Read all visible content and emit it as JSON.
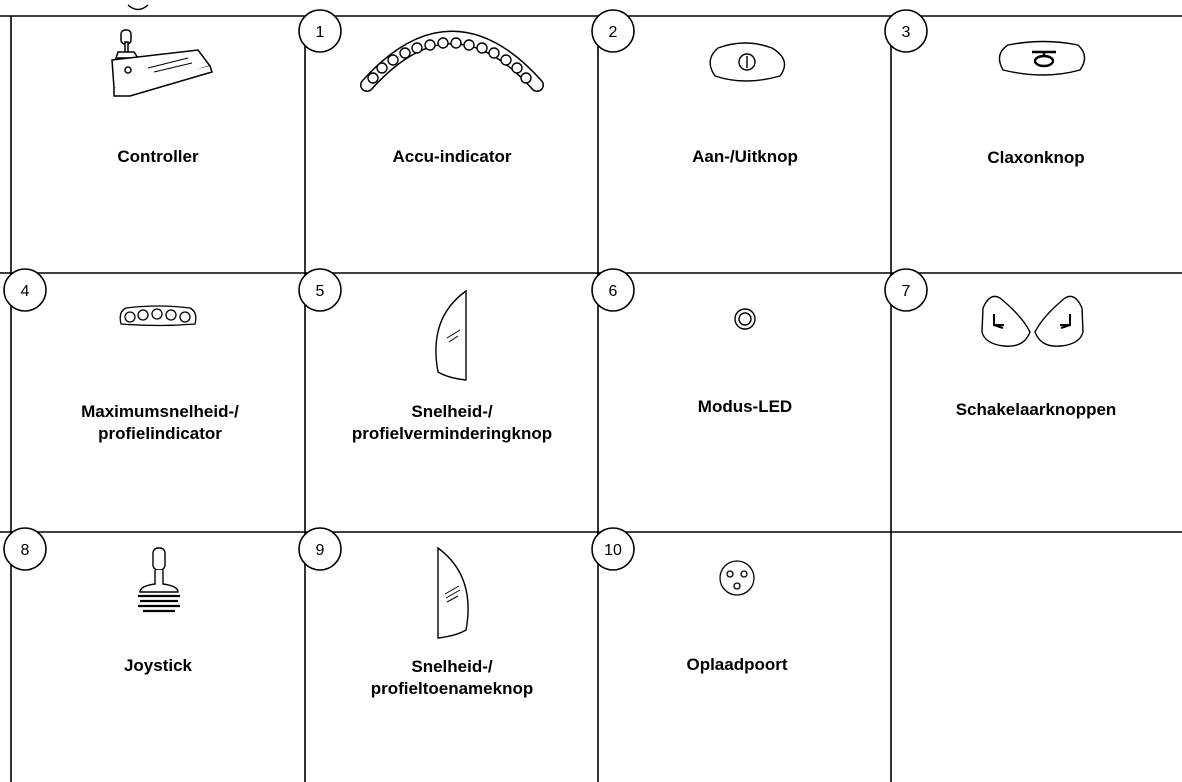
{
  "cells": [
    {
      "id": "controller",
      "number": "",
      "label_lines": [
        "Controller"
      ],
      "icon": "controller-icon"
    },
    {
      "id": "accu-indicator",
      "number": "1",
      "label_lines": [
        "Accu-indicator"
      ],
      "icon": "battery-arc-icon"
    },
    {
      "id": "aan-uitknop",
      "number": "2",
      "label_lines": [
        "Aan-/Uitknop"
      ],
      "icon": "power-button-icon"
    },
    {
      "id": "claxonknop",
      "number": "3",
      "label_lines": [
        "Claxonknop"
      ],
      "icon": "horn-button-icon"
    },
    {
      "id": "maximumsnelheid",
      "number": "4",
      "label_lines": [
        "Maximumsnelheid-/",
        "profielindicator"
      ],
      "icon": "speed-profile-leds-icon"
    },
    {
      "id": "snelheid-vermindering",
      "number": "5",
      "label_lines": [
        "Snelheid-/",
        "profielverminderingknop"
      ],
      "icon": "speed-down-button-icon"
    },
    {
      "id": "modus-led",
      "number": "6",
      "label_lines": [
        "Modus-LED"
      ],
      "icon": "mode-led-icon"
    },
    {
      "id": "schakelaarknoppen",
      "number": "7",
      "label_lines": [
        "Schakelaarknoppen"
      ],
      "icon": "seat-switch-buttons-icon"
    },
    {
      "id": "joystick",
      "number": "8",
      "label_lines": [
        "Joystick"
      ],
      "icon": "joystick-icon"
    },
    {
      "id": "snelheid-toename",
      "number": "9",
      "label_lines": [
        "Snelheid-/",
        "profieltoenameknop"
      ],
      "icon": "speed-up-button-icon"
    },
    {
      "id": "oplaadpoort",
      "number": "10",
      "label_lines": [
        "Oplaadpoort"
      ],
      "icon": "charging-port-icon"
    },
    {
      "id": "empty",
      "number": "",
      "label_lines": [],
      "icon": ""
    }
  ]
}
